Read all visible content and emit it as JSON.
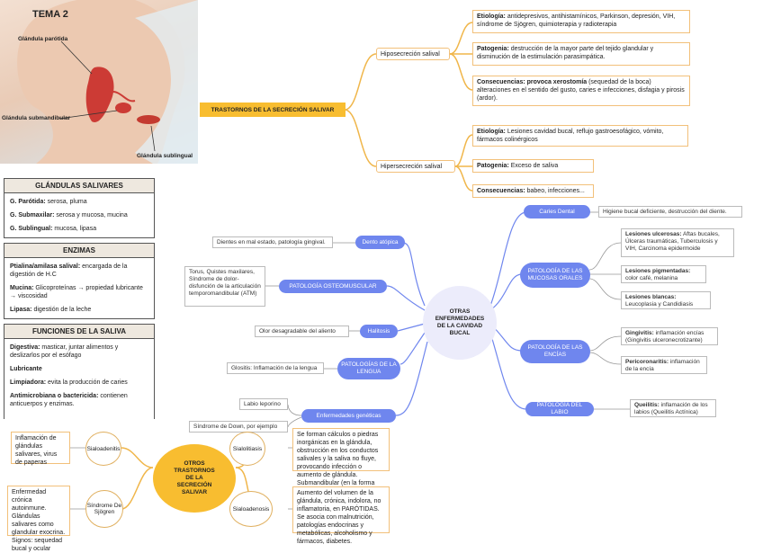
{
  "illustration": {
    "tema": "TEMA 2",
    "parotida": "Glándula parótida",
    "submandibular": "Glándula submandibular",
    "sublingual": "Glándula sublingual"
  },
  "glandulas": {
    "title": "GLÁNDULAS SALIVARES",
    "rows": [
      {
        "term": "G. Parótida:",
        "text": " serosa, pluma"
      },
      {
        "term": "G. Submaxilar:",
        "text": " serosa y mucosa, mucina"
      },
      {
        "term": "G. Sublingual:",
        "text": " mucosa, lipasa"
      }
    ]
  },
  "enzimas": {
    "title": "ENZIMAS",
    "rows": [
      {
        "term": "Ptialina/amilasa salival:",
        "text": " encargada de la digestión de H.C"
      },
      {
        "term": "Mucina:",
        "text": " Glicoproteínas → propiedad lubricante → viscosidad"
      },
      {
        "term": "Lipasa:",
        "text": " digestión de la leche"
      }
    ]
  },
  "funciones": {
    "title": "FUNCIONES DE LA SALIVA",
    "rows": [
      {
        "term": "Digestiva:",
        "text": " masticar, juntar alimentos y deslizarlos por el esófago"
      },
      {
        "term": "Lubricante",
        "text": ""
      },
      {
        "term": "Limpiadora:",
        "text": " evita la producción de caries"
      },
      {
        "term": "Antimicrobiana o bactericida:",
        "text": " contienen anticuerpos y enzimas."
      }
    ]
  },
  "trastornos": {
    "title": "TRASTORNOS DE LA SECRECIÓN SALIVAR",
    "hipo": {
      "label": "Hiposecreción salival",
      "etiologia_term": "Etiología:",
      "etiologia": " antidepresivos, antihistamínicos, Parkinson, depresión, VIH, síndrome de Sjögren, quimioterapia y radioterapia",
      "patogenia_term": "Patogenia:",
      "patogenia": " destrucción de la mayor parte del tejido glandular y disminución de la estimulación parasimpática.",
      "consecuencias_term": "Consecuencias:",
      "consecuencias_bold": " provoca xerostomía",
      "consecuencias": " (sequedad de la boca) alteraciones en el sentido del gusto, caries e infecciones, disfagia y pirosis (ardor)."
    },
    "hiper": {
      "label": "Hipersecreción salival",
      "etiologia_term": "Etiología:",
      "etiologia": " Lesiones cavidad bucal, reflujo gastroesofágico, vómito, fármacos colinérgicos",
      "patogenia_term": "Patogenia:",
      "patogenia": " Exceso de saliva",
      "consecuencias_term": "Consecuencias:",
      "consecuencias": " babeo, infecciones..."
    }
  },
  "otras": {
    "center": "OTRAS ENFERMEDADES DE LA CAVIDAD BUCAL",
    "caries": {
      "label": "Caries Dental",
      "desc": "Higiene bucal deficiente, destrucción del diente."
    },
    "mucosas": {
      "label": "PATOLOGÍA DE LAS MUCOSAS ORALES",
      "ulcerosas_term": "Lesiones ulcerosas:",
      "ulcerosas": " Aftas bucales, Úlceras traumáticas, Tuberculosis y VIH, Carcinoma epidermoide",
      "pigmentadas_term": "Lesiones pigmentadas:",
      "pigmentadas": " color café, melanina",
      "blancas_term": "Lesiones blancas:",
      "blancas": " Leucoplasia y Candidiasis"
    },
    "encias": {
      "label": "PATOLOGÍA DE LAS ENCÍAS",
      "gingivitis_term": "Gingivitis:",
      "gingivitis": " inflamación encías (Gingivitis ulceronecrotizante)",
      "pericoronitis_term": "Pericoronaritis:",
      "pericoronitis": " inflamación de la encía"
    },
    "labio": {
      "label": "PATOLOGÍA DEL LABIO",
      "queilitis_term": "Queilitis:",
      "queilitis": " inflamación de los labios (Queilitis Actínica)"
    },
    "dento": {
      "label": "Dento atópica",
      "desc": "Dientes en mal estado, patología gingival."
    },
    "osteo": {
      "label": "PATOLOGÍA OSTEOMUSCULAR",
      "desc": "Torus, Quistes maxilares, Síndrome de dolor-disfunción de la articulación temporomandibular (ATM)"
    },
    "halitosis": {
      "label": "Halitosis",
      "desc": "Olor desagradable del aliento"
    },
    "lengua": {
      "label": "PATOLOGÍAS DE LA LENGUA",
      "desc": "Glositis: Inflamación de la lengua"
    },
    "geneticas": {
      "label": "Enfermedades genéticas",
      "desc1": "Labio leporino",
      "desc2": "Síndrome de Down, por ejemplo"
    }
  },
  "otros": {
    "center": "OTROS TRASTORNOS DE LA SECRECIÓN SALIVAR",
    "sialoadenitis": {
      "label": "Sialoadenitis",
      "desc": "Inflamación de glándulas salivares, virus de paperas"
    },
    "sjogren": {
      "label": "Síndrome De Sjögren",
      "desc": "Enfermedad crónica autoinmune. Glándulas salivares como glandular exocrina. Signos: sequedad bucal y ocular"
    },
    "sialolitiasis": {
      "label": "Sialolitiasis",
      "desc": "Se forman cálculos o piedras inorgánicas en la glándula, obstrucción en los conductos salivales y la saliva no fluye, provocando infección o aumento de glándula. Submandibular (en la forma más frecuente)"
    },
    "sialoadenosis": {
      "label": "Sialoadenosis",
      "desc": "Aumento del volumen de la glándula, crónica, indolora, no inflamatoria, en PARÓTIDAS. Se asocia con malnutrición, patologías endocrinas y metabólicas, alcoholismo y fármacos, diabetes."
    }
  },
  "colors": {
    "accent_orange": "#f2c07a",
    "pill_blue": "#6f86ee",
    "trastornos_yellow": "#f8bd30",
    "bubble_lilac": "#ececfb"
  }
}
